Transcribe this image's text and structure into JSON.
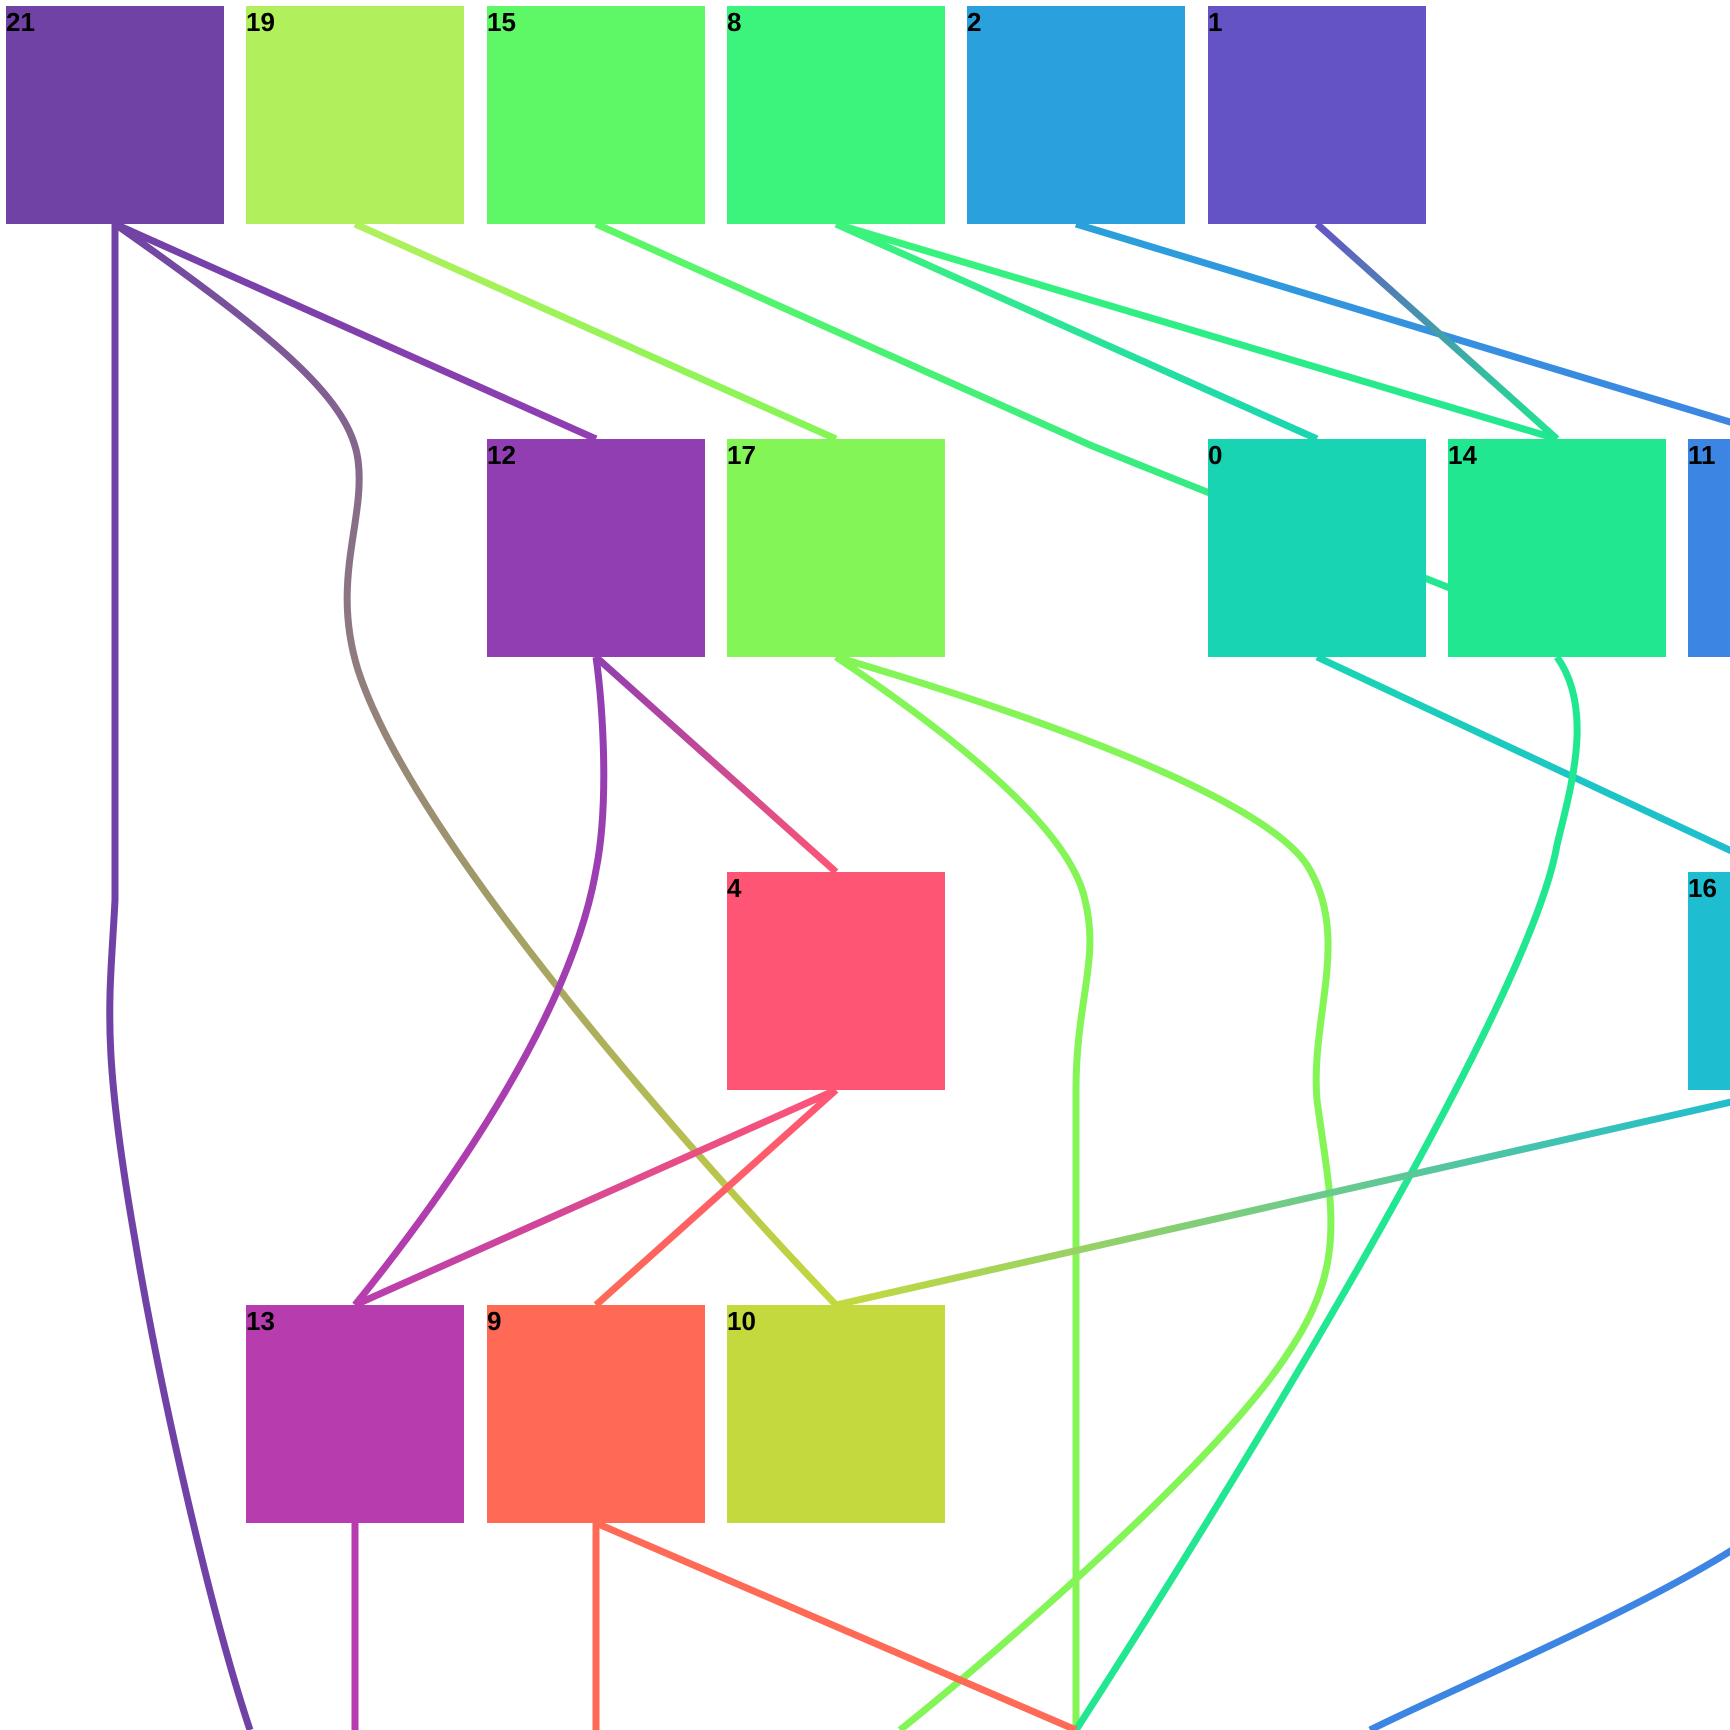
{
  "nodes": [
    {
      "id": "21",
      "label": "21",
      "color": "#7042a6"
    },
    {
      "id": "19",
      "label": "19",
      "color": "#b1f05c"
    },
    {
      "id": "15",
      "label": "15",
      "color": "#5ef765"
    },
    {
      "id": "8",
      "label": "8",
      "color": "#3cf47b"
    },
    {
      "id": "2",
      "label": "2",
      "color": "#2aa0dc"
    },
    {
      "id": "1",
      "label": "1",
      "color": "#6453c4"
    },
    {
      "id": "12",
      "label": "12",
      "color": "#913eb2"
    },
    {
      "id": "17",
      "label": "17",
      "color": "#84f556"
    },
    {
      "id": "0",
      "label": "0",
      "color": "#19d4b3"
    },
    {
      "id": "14",
      "label": "14",
      "color": "#21e791"
    },
    {
      "id": "11",
      "label": "11",
      "color": "#3d85e2"
    },
    {
      "id": "4",
      "label": "4",
      "color": "#fe5575"
    },
    {
      "id": "16",
      "label": "16",
      "color": "#1ebdcf"
    },
    {
      "id": "13",
      "label": "13",
      "color": "#b73dae"
    },
    {
      "id": "9",
      "label": "9",
      "color": "#fe6a56"
    },
    {
      "id": "10",
      "label": "10",
      "color": "#c4d93e"
    }
  ],
  "edges": [
    {
      "from": "21",
      "to": "12"
    },
    {
      "from": "21",
      "to": "10"
    },
    {
      "from": "21"
    },
    {
      "from": "19",
      "to": "17"
    },
    {
      "from": "15",
      "to": "14"
    },
    {
      "from": "8",
      "to": "0"
    },
    {
      "from": "8",
      "to": "14"
    },
    {
      "from": "2",
      "to": "11"
    },
    {
      "from": "1",
      "to": "14"
    },
    {
      "from": "12",
      "to": "13"
    },
    {
      "from": "12",
      "to": "4"
    },
    {
      "from": "17"
    },
    {
      "from": "17"
    },
    {
      "from": "0",
      "to": "16"
    },
    {
      "from": "14"
    },
    {
      "from": "4",
      "to": "13"
    },
    {
      "from": "4",
      "to": "9"
    },
    {
      "from": "16",
      "to": "10"
    },
    {
      "from": "13"
    },
    {
      "from": "9"
    },
    {
      "from": "9"
    },
    {
      "from": "11"
    }
  ]
}
